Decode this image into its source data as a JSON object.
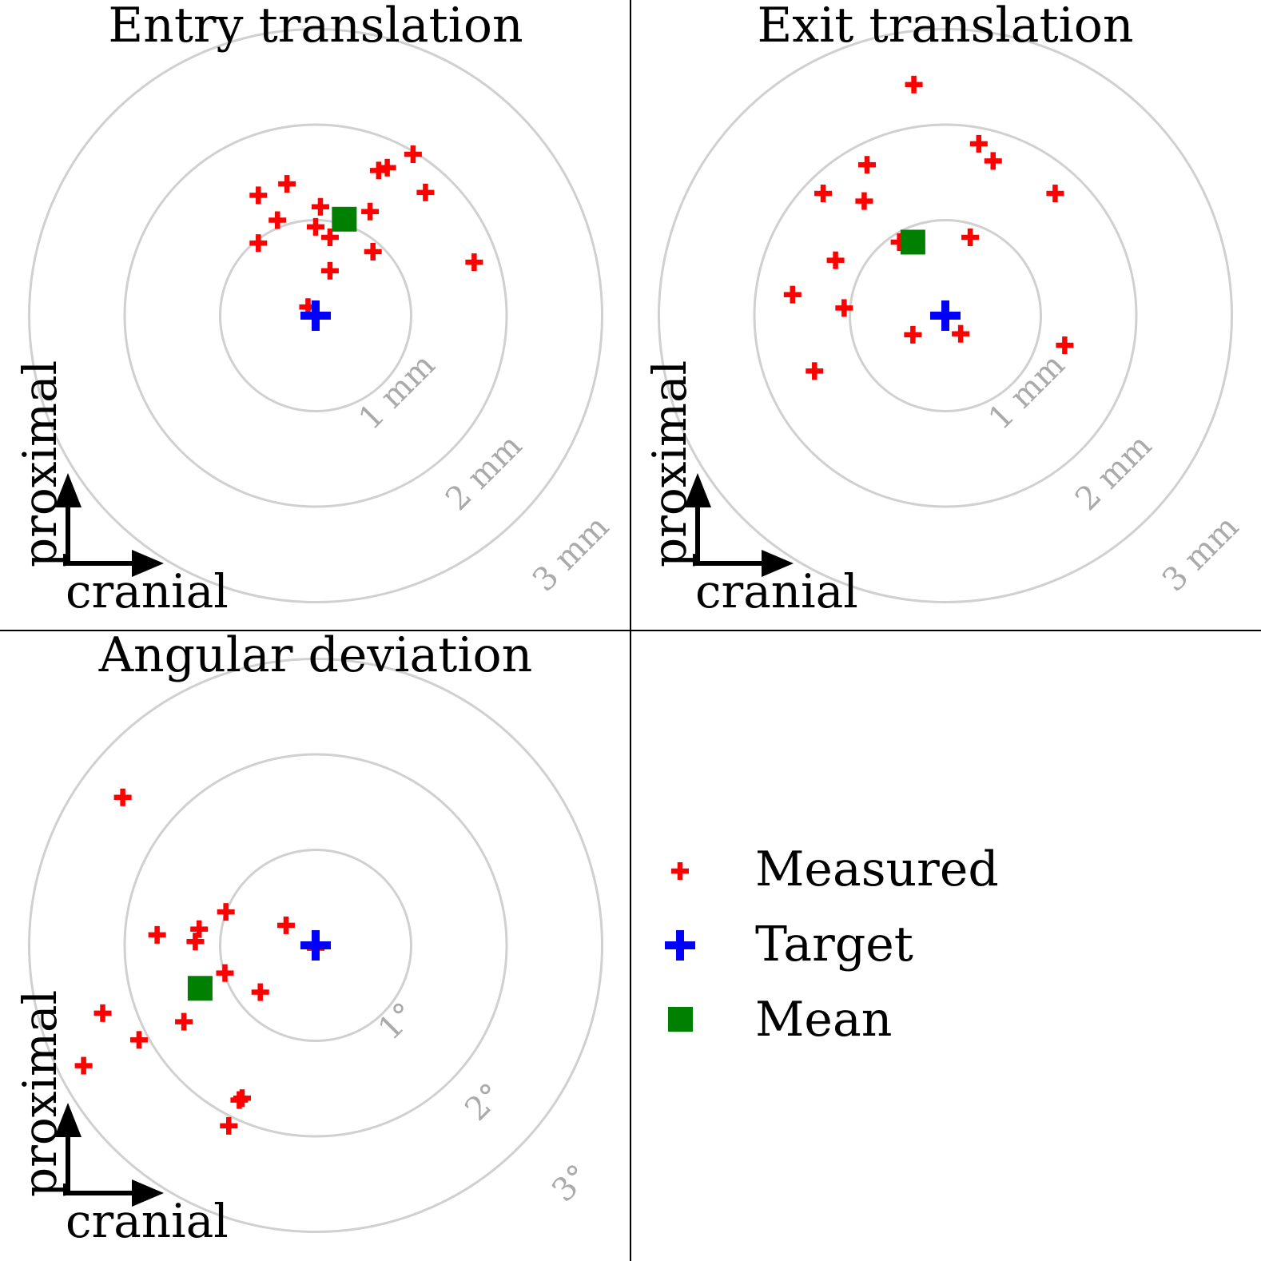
{
  "colors": {
    "measured": "#ff0000",
    "target": "#0000ff",
    "mean": "#008000",
    "ring": "#d0d0d0",
    "ring_label": "#aaaaaa"
  },
  "legend": {
    "measured": "Measured",
    "target": "Target",
    "mean": "Mean"
  },
  "chart_data": [
    {
      "type": "scatter",
      "title": "Entry translation",
      "x_direction_label": "cranial",
      "y_direction_label": "proximal",
      "ring_labels": [
        "1 mm",
        "2 mm",
        "3 mm"
      ],
      "rings": [
        1,
        2,
        3
      ],
      "xlim": [
        -3,
        3
      ],
      "ylim": [
        -3,
        3
      ],
      "target": [
        0,
        0
      ],
      "mean": [
        0.3,
        1.01
      ],
      "series": [
        {
          "name": "Measured",
          "points": [
            [
              -0.6,
              1.26
            ],
            [
              -0.3,
              1.38
            ],
            [
              -0.4,
              1.0
            ],
            [
              -0.6,
              0.76
            ],
            [
              0.05,
              1.14
            ],
            [
              0.0,
              0.93
            ],
            [
              0.15,
              0.82
            ],
            [
              0.15,
              0.47
            ],
            [
              0.57,
              1.09
            ],
            [
              0.6,
              0.67
            ],
            [
              0.66,
              1.52
            ],
            [
              0.75,
              1.55
            ],
            [
              1.02,
              1.69
            ],
            [
              1.15,
              1.29
            ],
            [
              1.66,
              0.56
            ],
            [
              -0.08,
              0.09
            ]
          ]
        }
      ]
    },
    {
      "type": "scatter",
      "title": "Exit translation",
      "x_direction_label": "cranial",
      "y_direction_label": "proximal",
      "ring_labels": [
        "1 mm",
        "2 mm",
        "3 mm"
      ],
      "rings": [
        1,
        2,
        3
      ],
      "xlim": [
        -3,
        3
      ],
      "ylim": [
        -3,
        3
      ],
      "target": [
        0,
        0
      ],
      "mean": [
        -0.34,
        0.77
      ],
      "series": [
        {
          "name": "Measured",
          "points": [
            [
              -0.33,
              2.42
            ],
            [
              0.35,
              1.8
            ],
            [
              0.5,
              1.62
            ],
            [
              1.15,
              1.28
            ],
            [
              -0.82,
              1.58
            ],
            [
              -1.28,
              1.28
            ],
            [
              -0.85,
              1.2
            ],
            [
              0.26,
              0.82
            ],
            [
              -0.48,
              0.77
            ],
            [
              -1.15,
              0.58
            ],
            [
              -1.6,
              0.22
            ],
            [
              -1.06,
              0.08
            ],
            [
              -0.34,
              -0.2
            ],
            [
              0.16,
              -0.19
            ],
            [
              1.25,
              -0.31
            ],
            [
              -1.37,
              -0.58
            ]
          ]
        }
      ]
    },
    {
      "type": "scatter",
      "title": "Angular deviation",
      "x_direction_label": "cranial",
      "y_direction_label": "proximal",
      "ring_labels": [
        "1°",
        "2°",
        "3°"
      ],
      "rings": [
        1,
        2,
        3
      ],
      "xlim": [
        -3,
        3
      ],
      "ylim": [
        -3,
        3
      ],
      "target": [
        0,
        0
      ],
      "mean": [
        -1.21,
        -0.45
      ],
      "series": [
        {
          "name": "Measured",
          "points": [
            [
              -2.02,
              1.55
            ],
            [
              -0.94,
              0.35
            ],
            [
              -0.31,
              0.21
            ],
            [
              -1.66,
              0.11
            ],
            [
              -1.22,
              0.17
            ],
            [
              -1.26,
              0.04
            ],
            [
              0.0,
              -0.03
            ],
            [
              -0.95,
              -0.29
            ],
            [
              -0.58,
              -0.49
            ],
            [
              -2.23,
              -0.71
            ],
            [
              -1.85,
              -0.99
            ],
            [
              -1.38,
              -0.8
            ],
            [
              -2.43,
              -1.26
            ],
            [
              -0.77,
              -1.6
            ],
            [
              -0.8,
              -1.62
            ],
            [
              -0.91,
              -1.89
            ]
          ]
        }
      ]
    }
  ]
}
